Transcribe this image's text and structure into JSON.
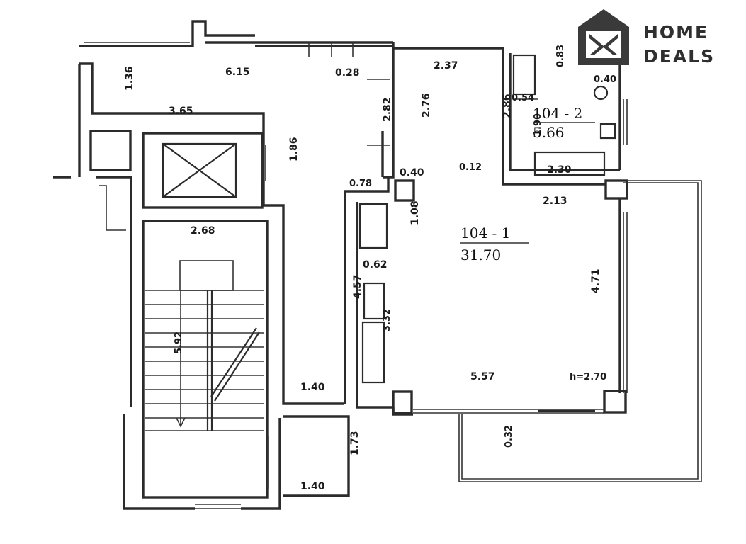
{
  "brand": {
    "line1": "HOME",
    "line2": "DEALS",
    "color": "#2f2f2f"
  },
  "rooms": {
    "main": {
      "number": "104 - 1",
      "area": "31.70"
    },
    "bath": {
      "number": "104 - 2",
      "area": "5.66"
    }
  },
  "dims": {
    "d615": "6.15",
    "d136": "1.36",
    "d365": "3.65",
    "d028": "0.28",
    "d282": "2.82",
    "d276": "2.76",
    "d237": "2.37",
    "d083": "0.83",
    "d040b": "0.40",
    "d054": "0.54",
    "d286": "2.86",
    "d190": "1.90",
    "d012": "0.12",
    "d230": "2.30",
    "d186": "1.86",
    "d078": "0.78",
    "d040": "0.40",
    "d213": "2.13",
    "d268": "2.68",
    "d108": "1.08",
    "d062": "0.62",
    "d457": "4.57",
    "d471": "4.71",
    "d332": "3.32",
    "d592": "5.92",
    "d140a": "1.40",
    "d557": "5.57",
    "h270": "h=2.70",
    "d173": "1.73",
    "d032": "0.32",
    "d140b": "1.40"
  }
}
